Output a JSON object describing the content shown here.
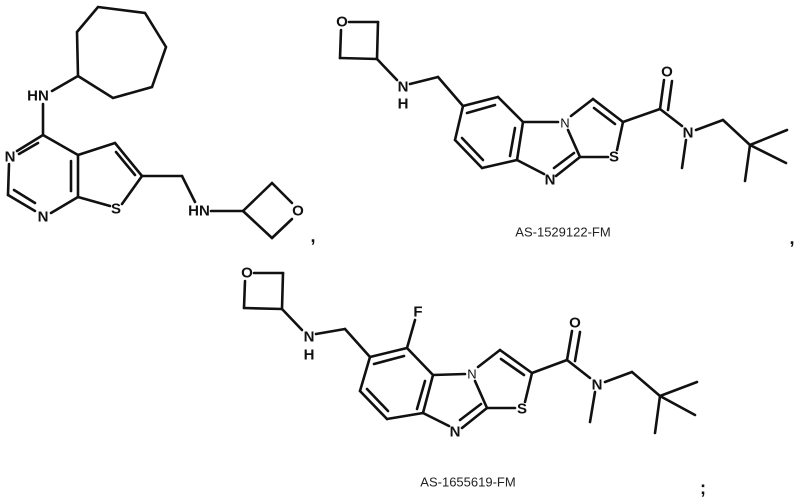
{
  "figure": {
    "type": "chemical-structures",
    "background": "#ffffff",
    "ink_color": "#111111"
  },
  "compounds": [
    {
      "id": "compound-1",
      "compound_code": "",
      "description": "N-cycloheptyl thieno[2,3-d]pyrimidin-4-amine with 6-[(oxetan-3-ylamino)methyl] substituent",
      "atom_labels": {
        "amine_nh_top": "HN",
        "ring_n3": "N",
        "ring_n1": "N",
        "ring_s": "S",
        "amine_nh_side": "HN",
        "oxetane_o": "O"
      },
      "trailing_punctuation": ","
    },
    {
      "id": "compound-2",
      "compound_code": "AS-1529122-FM",
      "description": "benzo[d]imidazo[2,1-b]thiazole-2-carboxamide, N-methyl-N-neopentyl, with (oxetan-3-ylamino)methyl substituent",
      "atom_labels": {
        "oxetane_o": "O",
        "amine_n": "N",
        "amine_h": "H",
        "bridge_n": "N",
        "imine_n": "N",
        "ring_s": "S",
        "carbonyl_o": "O",
        "amide_n": "N"
      },
      "trailing_punctuation": ","
    },
    {
      "id": "compound-3",
      "compound_code": "AS-1655619-FM",
      "description": "fluoro analog of AS-1529122-FM",
      "atom_labels": {
        "oxetane_o": "O",
        "fluorine": "F",
        "amine_n": "N",
        "amine_h": "H",
        "bridge_n": "N",
        "imine_n": "N",
        "ring_s": "S",
        "carbonyl_o": "O",
        "amide_n": "N"
      },
      "trailing_punctuation": ";"
    }
  ]
}
